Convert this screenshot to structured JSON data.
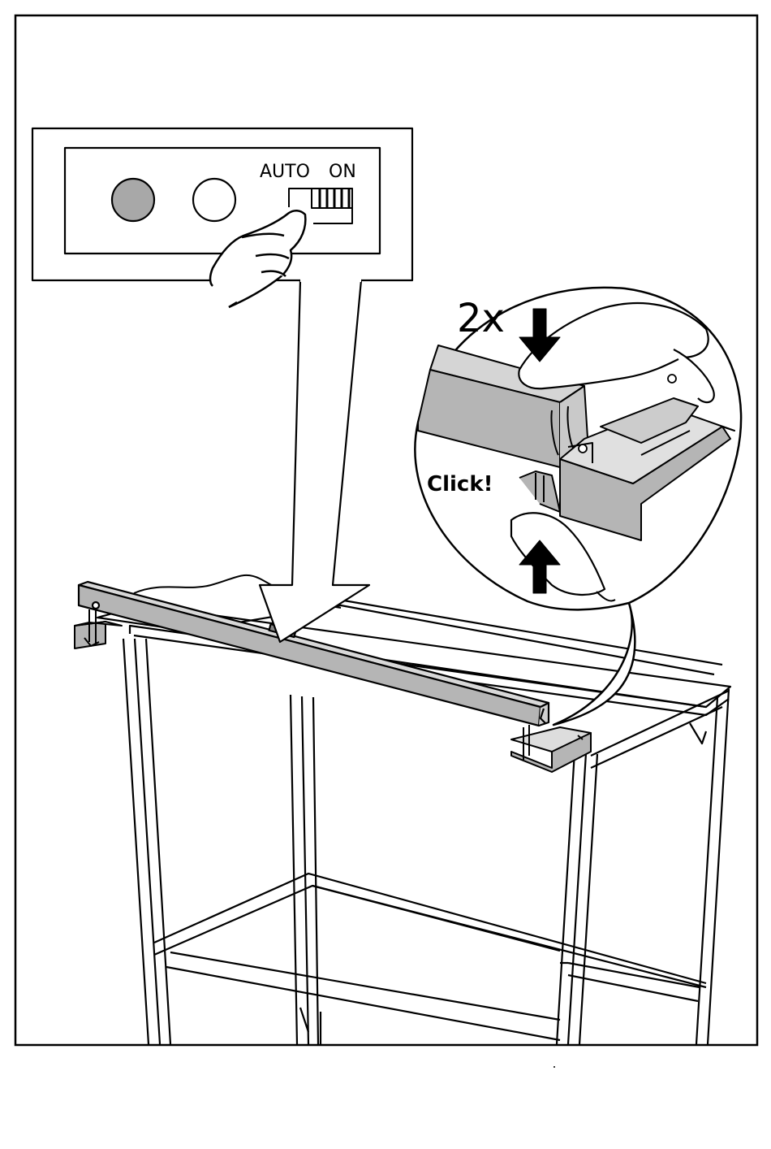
{
  "switch_panel": {
    "auto_label": "AUTO",
    "on_label": "ON"
  },
  "detail": {
    "count_label": "2x",
    "click_label": "Click!"
  },
  "colors": {
    "line": "#000000",
    "part_fill": "#b5b5b5",
    "button_fill": "#a8a8a8",
    "background": "#ffffff"
  }
}
